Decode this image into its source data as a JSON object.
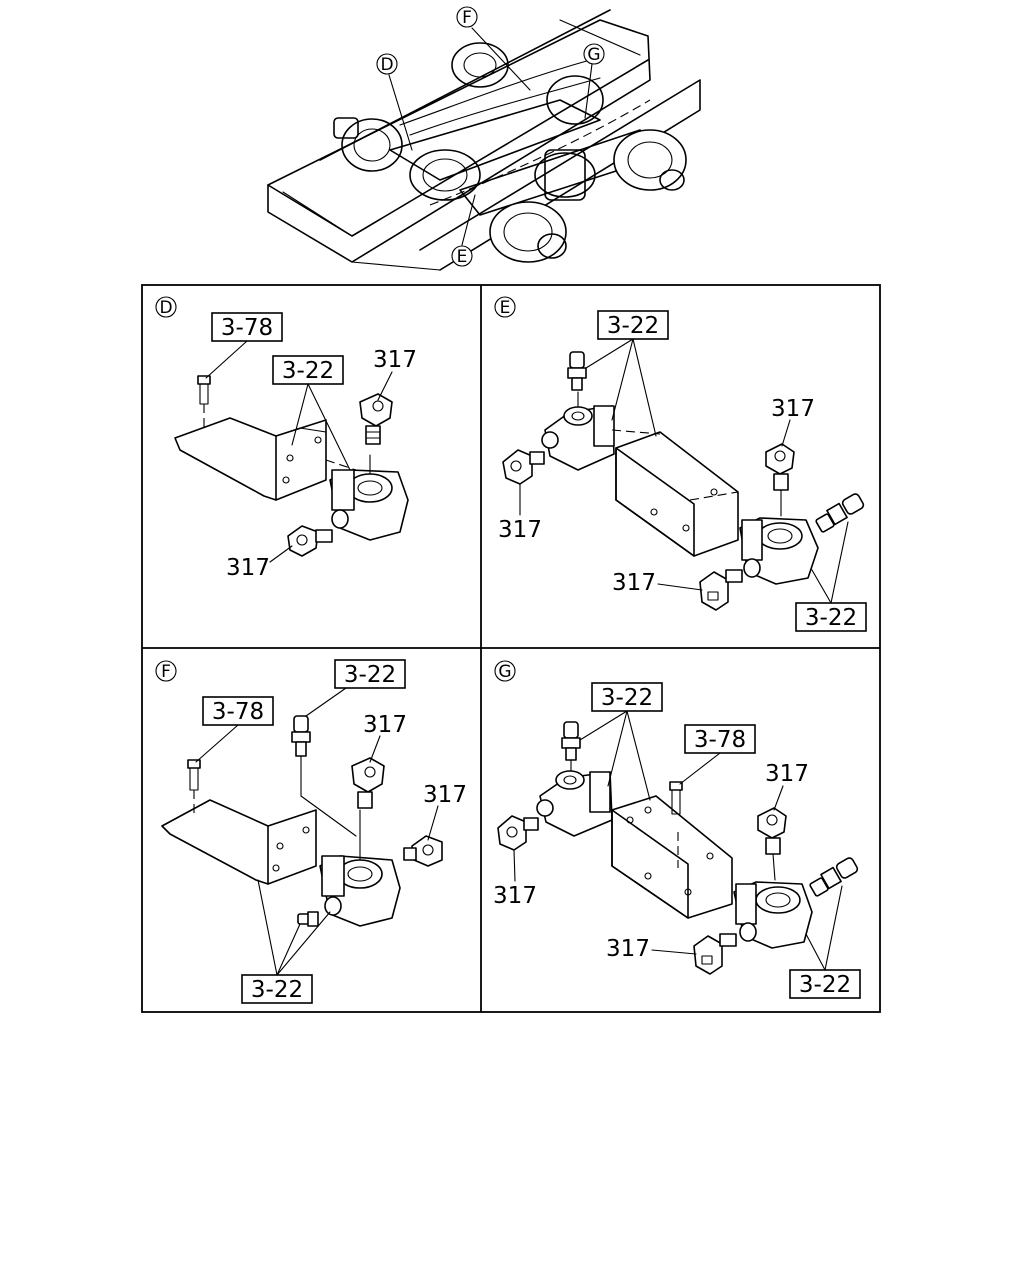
{
  "overview": {
    "callouts": [
      "F",
      "D",
      "G",
      "E"
    ]
  },
  "panels": [
    {
      "id": "D",
      "refs": [
        "3-78",
        "3-22"
      ],
      "parts": [
        "317",
        "317"
      ]
    },
    {
      "id": "E",
      "refs": [
        "3-22",
        "3-22"
      ],
      "parts": [
        "317",
        "317",
        "317"
      ]
    },
    {
      "id": "F",
      "refs": [
        "3-22",
        "3-78",
        "3-22"
      ],
      "parts": [
        "317",
        "317"
      ]
    },
    {
      "id": "G",
      "refs": [
        "3-22",
        "3-78",
        "3-22"
      ],
      "parts": [
        "317",
        "317",
        "317"
      ]
    }
  ]
}
